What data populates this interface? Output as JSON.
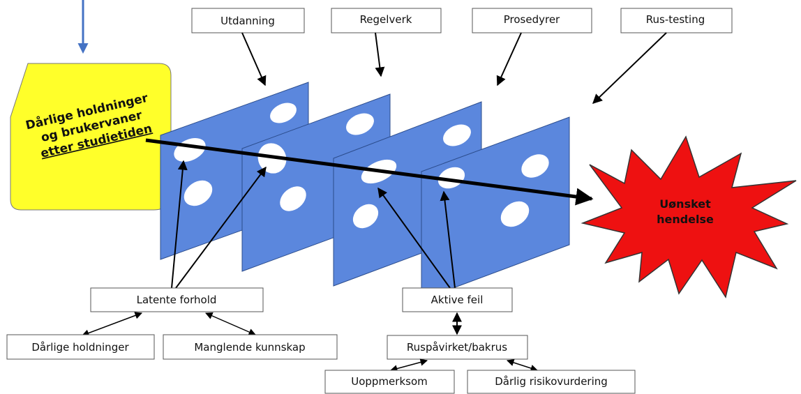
{
  "layers": {
    "utdanning": "Utdanning",
    "regelverk": "Regelverk",
    "prosedyrer": "Prosedyrer",
    "rustesting": "Rus-testing"
  },
  "start_box": {
    "line1": "Dårlige holdninger",
    "line2": "og brukervaner",
    "line3": "etter studietiden"
  },
  "outcome": {
    "line1": "Uønsket",
    "line2": "hendelse"
  },
  "bottom": {
    "latente": "Latente forhold",
    "holdninger": "Dårlige holdninger",
    "kunnskap": "Manglende kunnskap",
    "aktive": "Aktive feil",
    "ruspavirket": "Ruspåvirket/bakrus",
    "uoppmerksom": "Uoppmerksom",
    "risikovurdering": "Dårlig risikovurdering"
  },
  "colors": {
    "slice": "#5b87dd",
    "start_box": "#ffff2a",
    "explosion": "#ee1111",
    "down_arrow": "#4472c4"
  }
}
